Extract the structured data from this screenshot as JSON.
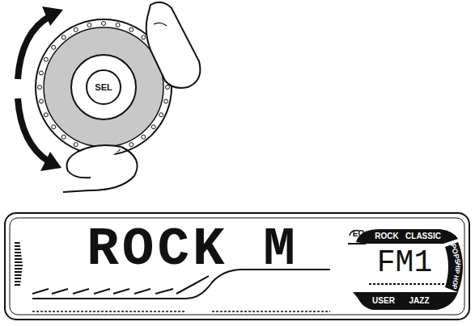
{
  "diagram": {
    "nodes": [
      {
        "text": [
          "SEL"
        ]
      }
    ],
    "labels": [
      "ROCK M",
      "EQ",
      "ROCK",
      "CLASSIC",
      "POPS",
      "HIP HOP",
      "USER",
      "JAZZ",
      "FM1"
    ]
  }
}
